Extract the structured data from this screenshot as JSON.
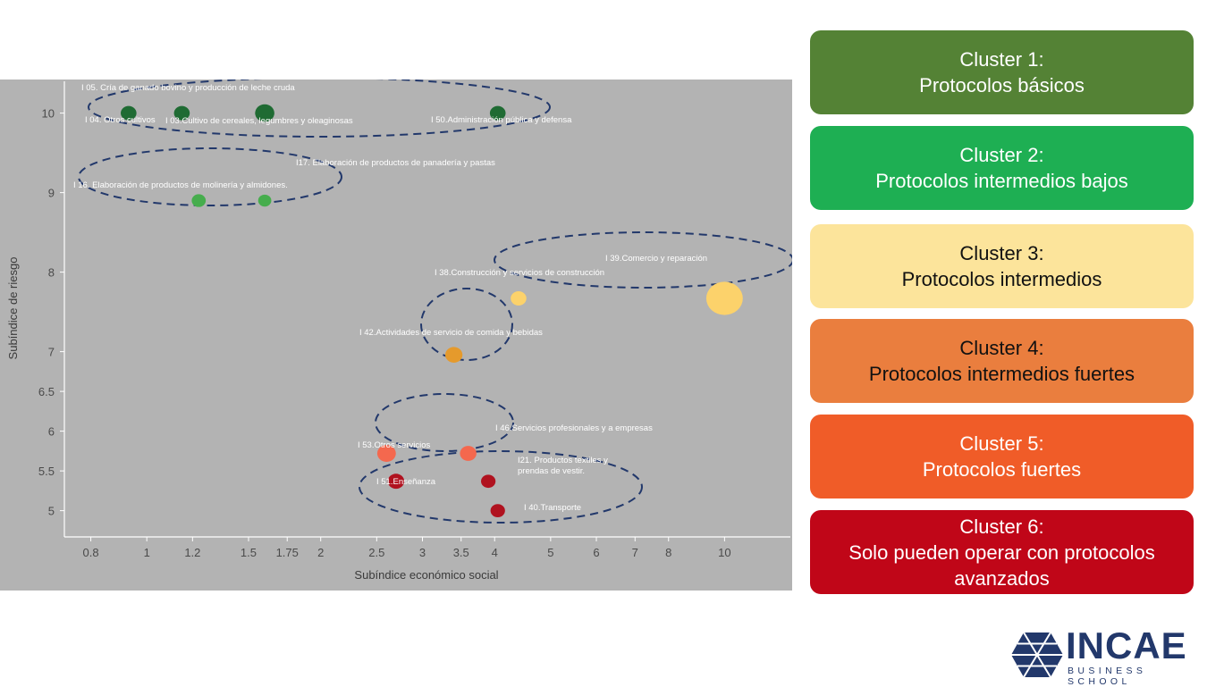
{
  "chart_data": {
    "type": "scatter",
    "xlabel": "Subíndice económico social",
    "ylabel": "Subíndice de riesgo",
    "x_scale": "log",
    "xlim": [
      0.72,
      13
    ],
    "ylim": [
      4.67,
      10.4
    ],
    "x_ticks": [
      0.8,
      1,
      1.2,
      1.5,
      1.75,
      2,
      2.5,
      3,
      3.5,
      4,
      5,
      6,
      7,
      8,
      10
    ],
    "x_tick_labels": [
      "0.8",
      "1",
      "1.2",
      "1.5",
      "1.75",
      "2",
      "2.5",
      "3",
      "3.5",
      "4",
      "5",
      "6",
      "7",
      "8",
      "10"
    ],
    "y_ticks": [
      5,
      5.5,
      6,
      6.5,
      7,
      8,
      9,
      10
    ],
    "y_tick_labels": [
      "5",
      "5.5",
      "6",
      "6.5",
      "7",
      "8",
      "9",
      "10"
    ],
    "grid": false,
    "points": [
      {
        "label": "I 05. Cría de ganado bovino y producción de leche cruda",
        "x": 0.93,
        "y": 10,
        "size": 1,
        "color": "#1f6b33",
        "cluster": 1
      },
      {
        "label": "I 04. Otros cultivos",
        "x": 1.15,
        "y": 10,
        "size": 1,
        "color": "#1f6b33",
        "cluster": 1
      },
      {
        "label": "I 03.Cultivo de cereales, legumbres y oleaginosas",
        "x": 1.6,
        "y": 10,
        "size": 1.5,
        "color": "#1f6b33",
        "cluster": 1
      },
      {
        "label": "I 50.Administración pública y defensa",
        "x": 4.05,
        "y": 10,
        "size": 1,
        "color": "#1f6b33",
        "cluster": 1
      },
      {
        "label": "I 16. Elaboración de productos de molinería y almidones.",
        "x": 1.23,
        "y": 8.9,
        "size": 0.8,
        "color": "#46ad4d",
        "cluster": 2
      },
      {
        "label": "I17. Elaboración de productos de panadería y pastas",
        "x": 1.6,
        "y": 8.9,
        "size": 0.7,
        "color": "#46ad4d",
        "cluster": 2
      },
      {
        "label": "I 38.Construcción y servicios de construcción",
        "x": 4.4,
        "y": 7.67,
        "size": 1,
        "color": "#fcd26b",
        "cluster": 3
      },
      {
        "label": "I 39.Comercio y reparación",
        "x": 10,
        "y": 7.67,
        "size": 2.4,
        "color": "#fcd26b",
        "cluster": 3
      },
      {
        "label": "I 42.Actividades de servicio de comida y bebidas",
        "x": 3.4,
        "y": 6.96,
        "size": 1.2,
        "color": "#e59a2c",
        "cluster": 4
      },
      {
        "label": "I 53.Otros servicios",
        "x": 2.6,
        "y": 5.72,
        "size": 1.4,
        "color": "#f4684e",
        "cluster": 5
      },
      {
        "label": "I 46.Servicios profesionales y a empresas",
        "x": 3.6,
        "y": 5.72,
        "size": 1.1,
        "color": "#f4684e",
        "cluster": 5
      },
      {
        "label": "I 51.Enseñanza",
        "x": 2.7,
        "y": 5.37,
        "size": 1.1,
        "color": "#b0121f",
        "cluster": 6
      },
      {
        "label": "I21. Productos textiles y prendas de vestir.",
        "x": 3.9,
        "y": 5.37,
        "size": 0.85,
        "color": "#b0121f",
        "cluster": 6
      },
      {
        "label": "I 40.Transporte",
        "x": 4.05,
        "y": 5,
        "size": 0.85,
        "color": "#b0121f",
        "cluster": 6
      }
    ]
  },
  "clusters": [
    {
      "title": "Cluster 1:",
      "subtitle": "Protocolos básicos",
      "color": "#548235"
    },
    {
      "title": "Cluster 2:",
      "subtitle": "Protocolos intermedios bajos",
      "color": "#1eaf53"
    },
    {
      "title": "Cluster 3:",
      "subtitle": "Protocolos intermedios",
      "color": "#fce49b"
    },
    {
      "title": "Cluster 4:",
      "subtitle": "Protocolos intermedios fuertes",
      "color": "#ea7e3e"
    },
    {
      "title": "Cluster 5:",
      "subtitle": "Protocolos fuertes",
      "color": "#f05c28"
    },
    {
      "title": "Cluster 6:",
      "subtitle": "Solo pueden operar con protocolos avanzados",
      "color": "#c00618"
    }
  ],
  "logo": {
    "name": "INCAE",
    "tagline": "BUSINESS SCHOOL",
    "icon": "incae-hexagon-icon",
    "color": "#22386b"
  }
}
